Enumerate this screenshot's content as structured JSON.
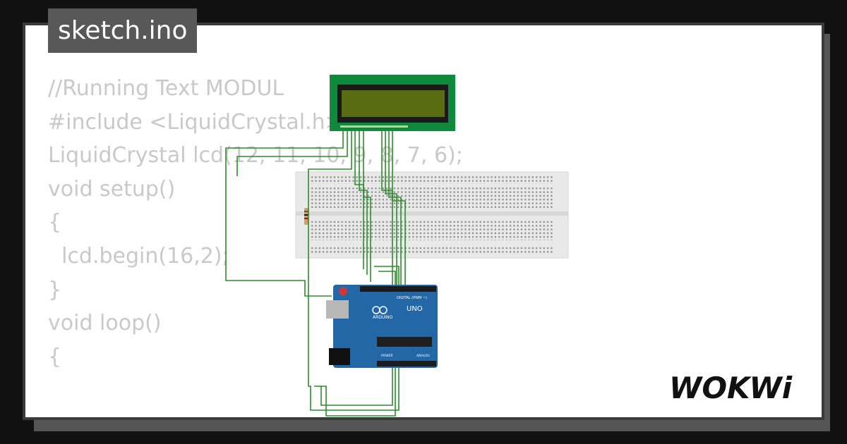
{
  "tab": {
    "filename": "sketch.ino"
  },
  "code_lines": [
    "//Running Text MODUL",
    "#include <LiquidCrystal.h>",
    "LiquidCrystal lcd(12, 11, 10, 9, 8, 7, 6);",
    "",
    "void setup()",
    "{",
    "  lcd.begin(16,2);",
    "}",
    "",
    "void loop()",
    "{"
  ],
  "board": {
    "model": "UNO",
    "brand": "ARDUINO",
    "header": "DIGITAL (PWM ~)",
    "power": "POWER",
    "analog": "ANALOG"
  },
  "brand_logo": "WOKWi",
  "colors": {
    "wire": "#2e8b2e",
    "lcd_pcb": "#0f8a3c",
    "lcd_screen": "#5a6b12",
    "arduino": "#2467a7",
    "code_text": "#c9c9c9",
    "tab_bg": "#585858"
  }
}
